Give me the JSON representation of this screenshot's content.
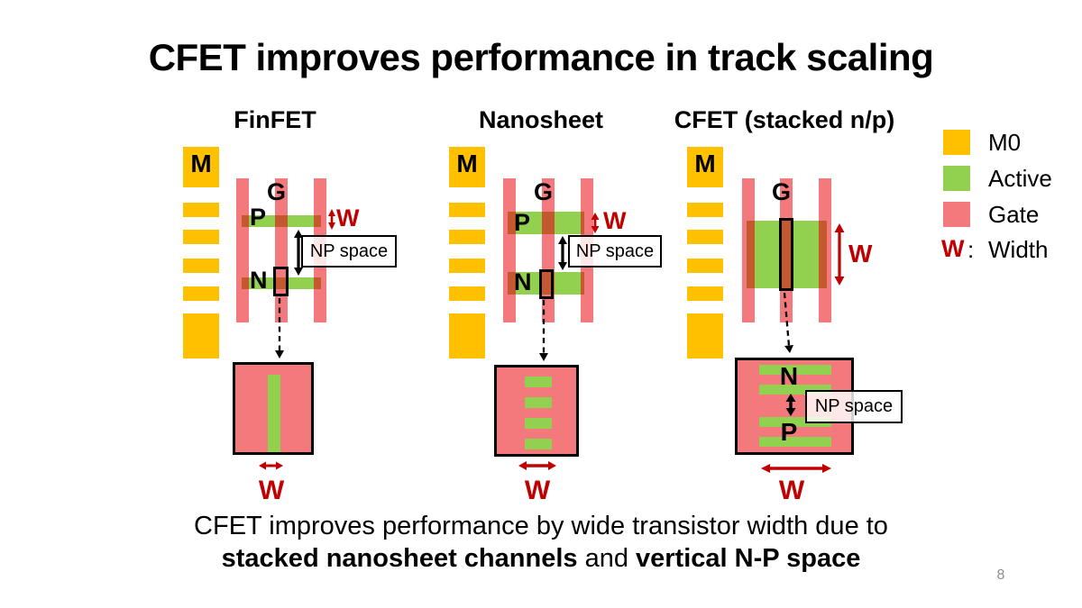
{
  "title": "CFET improves performance in track scaling",
  "page_number": "8",
  "legend": {
    "m0": "M0",
    "active": "Active",
    "gate": "Gate",
    "w_symbol": "W",
    "w_colon": ":",
    "w_label": "Width"
  },
  "finfet": {
    "title": "FinFET",
    "m_label": "M",
    "g_label": "G",
    "p_label": "P",
    "n_label": "N",
    "np_space": "NP space",
    "w_top": "W",
    "w_bottom": "W"
  },
  "nanosheet": {
    "title": "Nanosheet",
    "m_label": "M",
    "g_label": "G",
    "p_label": "P",
    "n_label": "N",
    "np_space": "NP space",
    "w_top": "W",
    "w_bottom": "W"
  },
  "cfet": {
    "title": "CFET (stacked n/p)",
    "m_label": "M",
    "g_label": "G",
    "n_label": "N",
    "p_label": "P",
    "np_space": "NP space",
    "w_top": "W",
    "w_bottom": "W"
  },
  "caption": {
    "line1": "CFET improves performance by wide transistor width due to",
    "line2_bold1": "stacked nanosheet channels",
    "line2_mid": " and ",
    "line2_bold2": "vertical N-P space"
  },
  "colors": {
    "m0": "#FFC000",
    "active": "#92D050",
    "gate": "#F4797C",
    "overlap": "#C4582F",
    "accent_red": "#C00000",
    "page_number": "#8C8C8C"
  }
}
